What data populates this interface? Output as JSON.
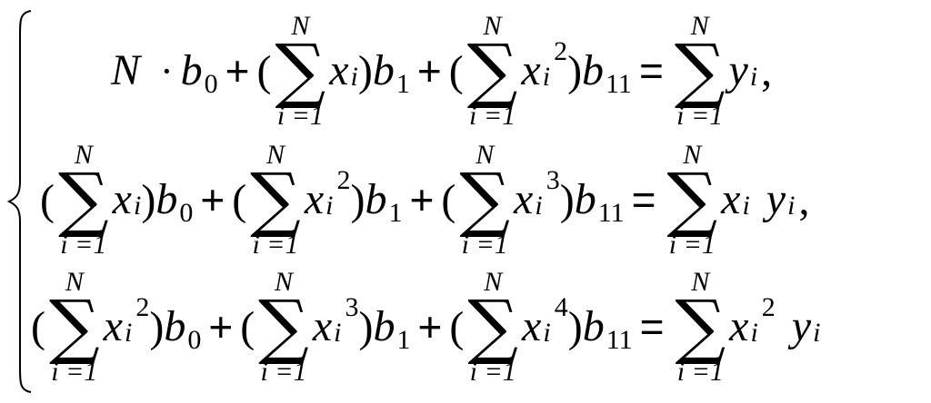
{
  "system": {
    "equations": [
      {
        "id": "eq1",
        "terms": {
          "N": "N",
          "dot": "·",
          "b0": "b",
          "b0_sub": "0",
          "plus": "+",
          "open": "(",
          "close": ")",
          "sum_top": "N",
          "sum_bottom": "i =1",
          "x": "x",
          "i": "i",
          "b1": "b",
          "b1_sub": "1",
          "pow2": "2",
          "b11": "b",
          "b11_sub": "11",
          "eq": "=",
          "y": "y",
          "comma": ","
        }
      },
      {
        "id": "eq2",
        "terms": {
          "open": "(",
          "close": ")",
          "sum_top": "N",
          "sum_bottom": "i =1",
          "x": "x",
          "i": "i",
          "b": "b",
          "sub0": "0",
          "sub1": "1",
          "sub11": "11",
          "plus": "+",
          "eq": "=",
          "pow2": "2",
          "pow3": "3",
          "y": "y",
          "comma": ","
        }
      },
      {
        "id": "eq3",
        "terms": {
          "open": "(",
          "close": ")",
          "sum_top": "N",
          "sum_bottom": "i =1",
          "x": "x",
          "i": "i",
          "b": "b",
          "sub0": "0",
          "sub1": "1",
          "sub11": "11",
          "plus": "+",
          "eq": "=",
          "pow2": "2",
          "pow3": "3",
          "pow4": "4",
          "y": "y"
        }
      }
    ]
  }
}
